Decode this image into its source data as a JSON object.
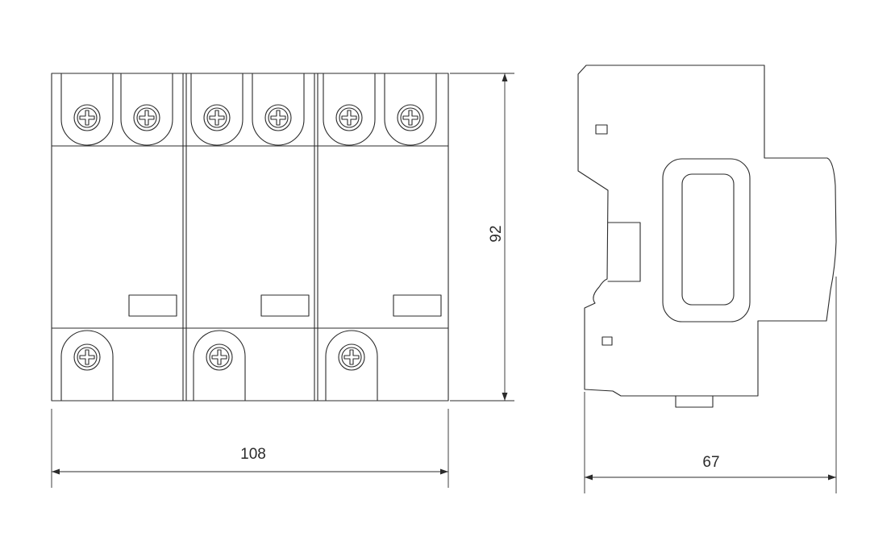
{
  "dimensions": {
    "width": "108",
    "height": "92",
    "depth": "67"
  },
  "colors": {
    "line": "#2b2b2b",
    "background": "#ffffff"
  }
}
